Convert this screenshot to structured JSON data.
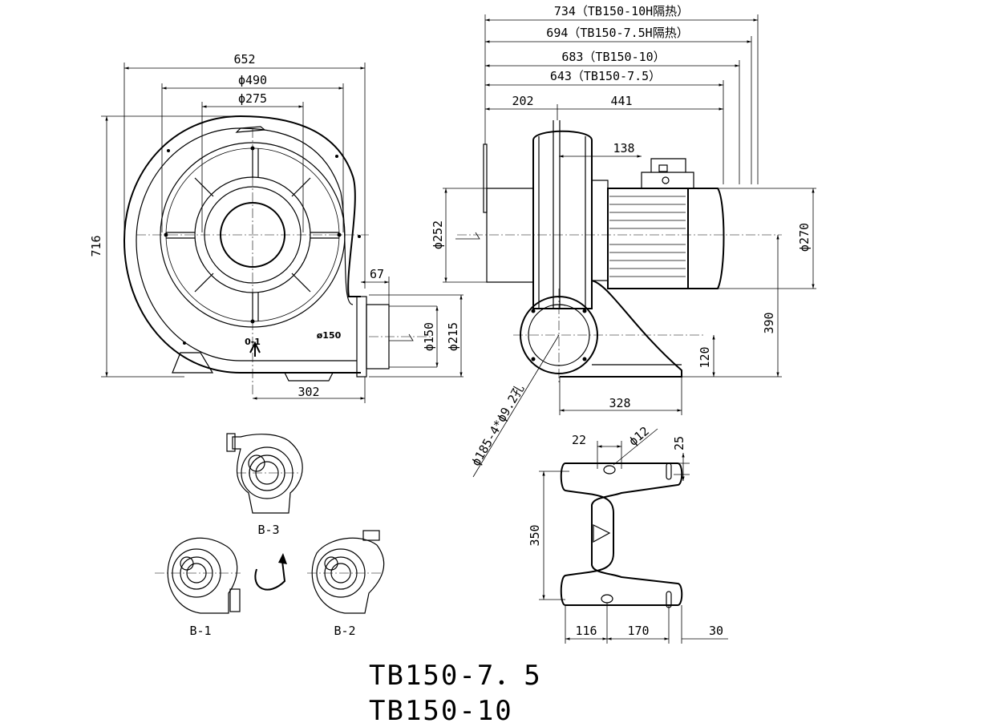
{
  "front_view": {
    "width": "652",
    "d490": "ϕ490",
    "d275": "ϕ275",
    "height": "716",
    "outlet_offset": "67",
    "outlet_d": "ϕ150",
    "outlet_flange_d": "ϕ215",
    "base_offset": "302",
    "outlet_label": "ø150",
    "rotation_mark": "0-1"
  },
  "side_view": {
    "len_10h": "734（TB150-10H隔热）",
    "len_75h": "694（TB150-7.5H隔热）",
    "len_10": "683（TB150-10）",
    "len_75": "643（TB150-7.5）",
    "seg_a": "202",
    "seg_b": "441",
    "motor_offset": "138",
    "inlet_d": "ϕ252",
    "motor_d": "ϕ270",
    "center_h": "390",
    "outlet_h": "120",
    "base_len": "328",
    "holes": "ϕ185-4*ϕ9.2孔"
  },
  "base_view": {
    "dim_22": "22",
    "dim_d12": "ϕ12",
    "dim_25": "25",
    "dim_350": "350",
    "dim_116": "116",
    "dim_170": "170",
    "dim_30": "30"
  },
  "orientations": {
    "b3": "B-3",
    "b1": "B-1",
    "b2": "B-2"
  },
  "models": [
    "TB150-7．5",
    "TB150-10"
  ]
}
